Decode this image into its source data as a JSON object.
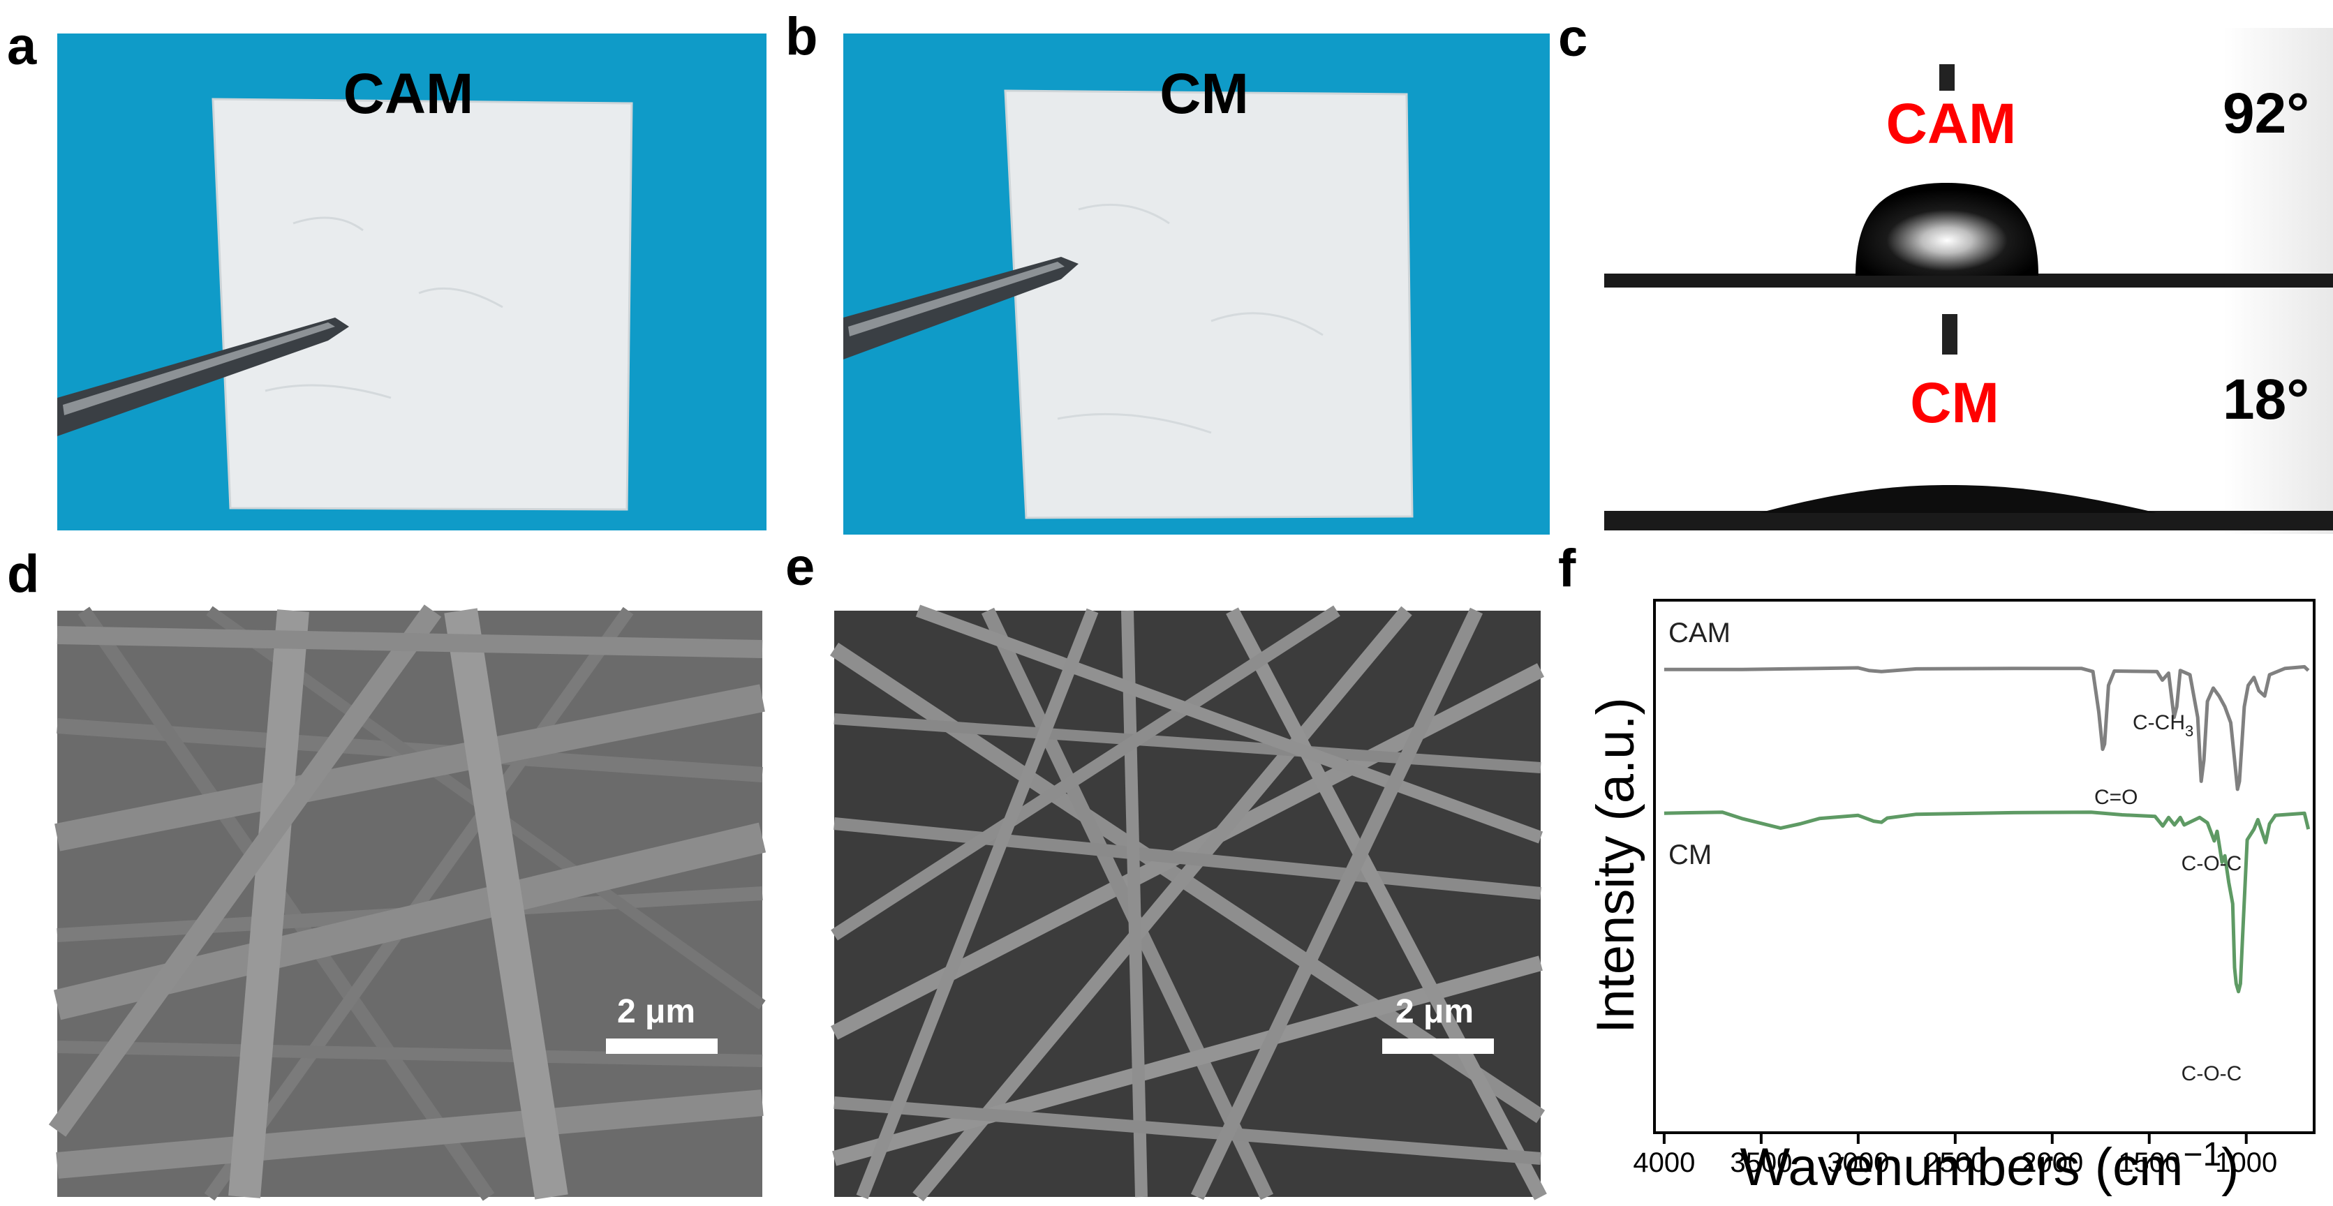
{
  "panels": {
    "a": {
      "label": "a",
      "sample": "CAM"
    },
    "b": {
      "label": "b",
      "sample": "CM"
    },
    "c": {
      "label": "c",
      "top_sample": "CAM",
      "top_angle": "92°",
      "bottom_sample": "CM",
      "bottom_angle": "18°"
    },
    "d": {
      "label": "d",
      "scale_bar": "2 μm"
    },
    "e": {
      "label": "e",
      "scale_bar": "2 μm"
    },
    "f": {
      "label": "f"
    }
  },
  "colors": {
    "photo_background": "#0f9bc8",
    "membrane": "#e9ecee",
    "cam_trace": "#808080",
    "cm_trace": "#5e9a64",
    "overlay_red": "#ff0000"
  },
  "chart_data": {
    "type": "line",
    "xlabel": "Wavenumbers (cm",
    "xlabel_sup": "−1",
    "xlabel_tail": ")",
    "ylabel": "Intensity (a.u.)",
    "xlim": [
      4050,
      650
    ],
    "x_reversed": true,
    "xticks": [
      4000,
      3500,
      3000,
      2500,
      2000,
      1500,
      1000
    ],
    "ytick_labels": false,
    "series": [
      {
        "name": "CAM",
        "points": [
          [
            4000,
            0.87
          ],
          [
            3600,
            0.87
          ],
          [
            3200,
            0.872
          ],
          [
            3000,
            0.873
          ],
          [
            2945,
            0.868
          ],
          [
            2880,
            0.866
          ],
          [
            2700,
            0.871
          ],
          [
            2200,
            0.872
          ],
          [
            1850,
            0.872
          ],
          [
            1790,
            0.866
          ],
          [
            1760,
            0.79
          ],
          [
            1740,
            0.72
          ],
          [
            1730,
            0.73
          ],
          [
            1710,
            0.84
          ],
          [
            1680,
            0.867
          ],
          [
            1460,
            0.866
          ],
          [
            1432,
            0.85
          ],
          [
            1400,
            0.863
          ],
          [
            1372,
            0.78
          ],
          [
            1358,
            0.8
          ],
          [
            1340,
            0.868
          ],
          [
            1290,
            0.86
          ],
          [
            1250,
            0.78
          ],
          [
            1232,
            0.66
          ],
          [
            1218,
            0.7
          ],
          [
            1200,
            0.81
          ],
          [
            1170,
            0.835
          ],
          [
            1140,
            0.82
          ],
          [
            1110,
            0.8
          ],
          [
            1080,
            0.77
          ],
          [
            1060,
            0.7
          ],
          [
            1045,
            0.645
          ],
          [
            1035,
            0.66
          ],
          [
            1010,
            0.8
          ],
          [
            990,
            0.84
          ],
          [
            960,
            0.855
          ],
          [
            935,
            0.83
          ],
          [
            905,
            0.82
          ],
          [
            880,
            0.86
          ],
          [
            800,
            0.872
          ],
          [
            700,
            0.875
          ],
          [
            680,
            0.868
          ]
        ]
      },
      {
        "name": "CM",
        "points": [
          [
            4000,
            0.6
          ],
          [
            3700,
            0.602
          ],
          [
            3600,
            0.59
          ],
          [
            3400,
            0.572
          ],
          [
            3300,
            0.58
          ],
          [
            3200,
            0.59
          ],
          [
            3000,
            0.596
          ],
          [
            2920,
            0.585
          ],
          [
            2880,
            0.583
          ],
          [
            2850,
            0.591
          ],
          [
            2700,
            0.598
          ],
          [
            2200,
            0.601
          ],
          [
            1800,
            0.602
          ],
          [
            1640,
            0.597
          ],
          [
            1470,
            0.594
          ],
          [
            1430,
            0.576
          ],
          [
            1400,
            0.592
          ],
          [
            1370,
            0.578
          ],
          [
            1340,
            0.592
          ],
          [
            1320,
            0.578
          ],
          [
            1280,
            0.585
          ],
          [
            1240,
            0.592
          ],
          [
            1200,
            0.582
          ],
          [
            1165,
            0.548
          ],
          [
            1150,
            0.566
          ],
          [
            1125,
            0.508
          ],
          [
            1110,
            0.52
          ],
          [
            1090,
            0.47
          ],
          [
            1070,
            0.43
          ],
          [
            1060,
            0.31
          ],
          [
            1052,
            0.28
          ],
          [
            1040,
            0.265
          ],
          [
            1030,
            0.28
          ],
          [
            1020,
            0.36
          ],
          [
            995,
            0.55
          ],
          [
            960,
            0.57
          ],
          [
            940,
            0.588
          ],
          [
            900,
            0.545
          ],
          [
            880,
            0.58
          ],
          [
            850,
            0.596
          ],
          [
            700,
            0.6
          ],
          [
            680,
            0.57
          ]
        ]
      }
    ],
    "series_labels": {
      "cam": "CAM",
      "cm": "CM"
    },
    "annotations": {
      "c_o": "C=O",
      "c_ch3_main": "C-CH",
      "c_ch3_sub": "3",
      "c_o_c_cam": "C-O-C",
      "c_o_c_cm": "C-O-C"
    }
  }
}
